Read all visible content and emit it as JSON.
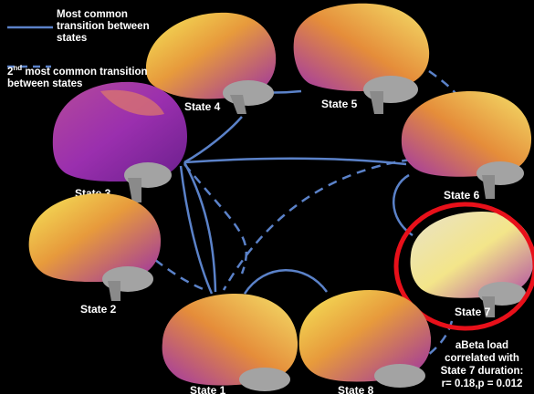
{
  "legend": {
    "solid_label": "Most common transition between states",
    "dashed_prefix": "2",
    "dashed_sup": "nd",
    "dashed_suffix": " most common transition between states"
  },
  "states": [
    {
      "id": "state1",
      "label": "State 1"
    },
    {
      "id": "state2",
      "label": "State 2"
    },
    {
      "id": "state3",
      "label": "State 3"
    },
    {
      "id": "state4",
      "label": "State 4"
    },
    {
      "id": "state5",
      "label": "State 5"
    },
    {
      "id": "state6",
      "label": "State 6"
    },
    {
      "id": "state7",
      "label": "State 7"
    },
    {
      "id": "state8",
      "label": "State 8"
    }
  ],
  "highlight": {
    "state": "State 7",
    "color": "#e8101a"
  },
  "annotation": {
    "line1": "aBeta load",
    "line2": "correlated with",
    "line3": "State 7 duration:",
    "line4": "r= 0.18,p = 0.012"
  },
  "colors": {
    "background": "#000000",
    "connector": "#5b82c9",
    "brain_hot": "#f2e04a",
    "brain_mid": "#e08a3a",
    "brain_cool": "#9b2fa8",
    "cerebellum": "#9a9a9a"
  }
}
